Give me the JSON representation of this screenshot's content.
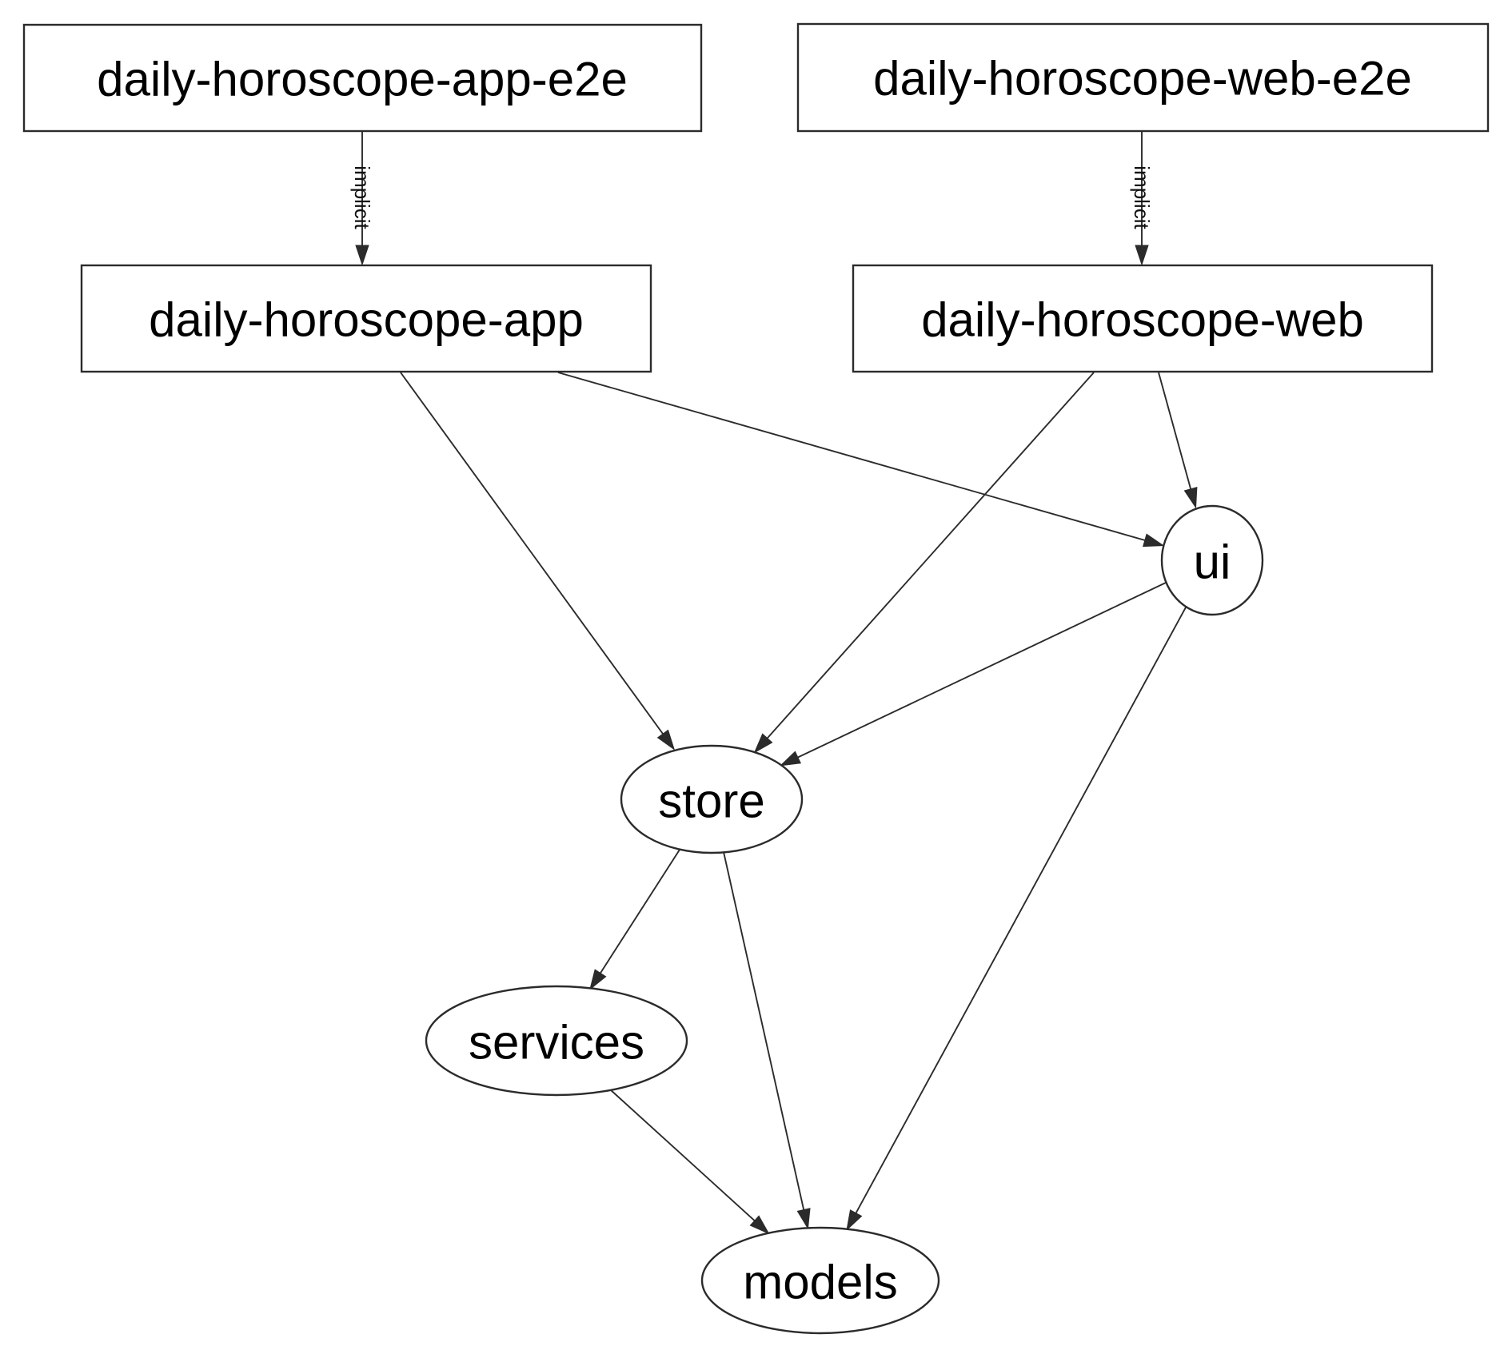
{
  "diagram": {
    "type": "dependency-graph",
    "background": "#ffffff",
    "stroke_color": "#2b2b2b",
    "text_color": "#000000",
    "nodes": {
      "app_e2e": {
        "label": "daily-horoscope-app-e2e",
        "shape": "rectangle"
      },
      "web_e2e": {
        "label": "daily-horoscope-web-e2e",
        "shape": "rectangle"
      },
      "app": {
        "label": "daily-horoscope-app",
        "shape": "rectangle"
      },
      "web": {
        "label": "daily-horoscope-web",
        "shape": "rectangle"
      },
      "ui": {
        "label": "ui",
        "shape": "ellipse"
      },
      "store": {
        "label": "store",
        "shape": "ellipse"
      },
      "services": {
        "label": "services",
        "shape": "ellipse"
      },
      "models": {
        "label": "models",
        "shape": "ellipse"
      }
    },
    "edges": [
      {
        "from": "daily-horoscope-app-e2e",
        "to": "daily-horoscope-app",
        "label": "implicit",
        "style": "solid"
      },
      {
        "from": "daily-horoscope-web-e2e",
        "to": "daily-horoscope-web",
        "label": "implicit",
        "style": "solid"
      },
      {
        "from": "daily-horoscope-app",
        "to": "store",
        "style": "solid"
      },
      {
        "from": "daily-horoscope-app",
        "to": "ui",
        "style": "solid"
      },
      {
        "from": "daily-horoscope-web",
        "to": "store",
        "style": "solid"
      },
      {
        "from": "daily-horoscope-web",
        "to": "ui",
        "style": "solid"
      },
      {
        "from": "ui",
        "to": "store",
        "style": "solid"
      },
      {
        "from": "ui",
        "to": "models",
        "style": "solid"
      },
      {
        "from": "store",
        "to": "services",
        "style": "solid"
      },
      {
        "from": "store",
        "to": "models",
        "style": "solid"
      },
      {
        "from": "services",
        "to": "models",
        "style": "solid"
      }
    ]
  }
}
